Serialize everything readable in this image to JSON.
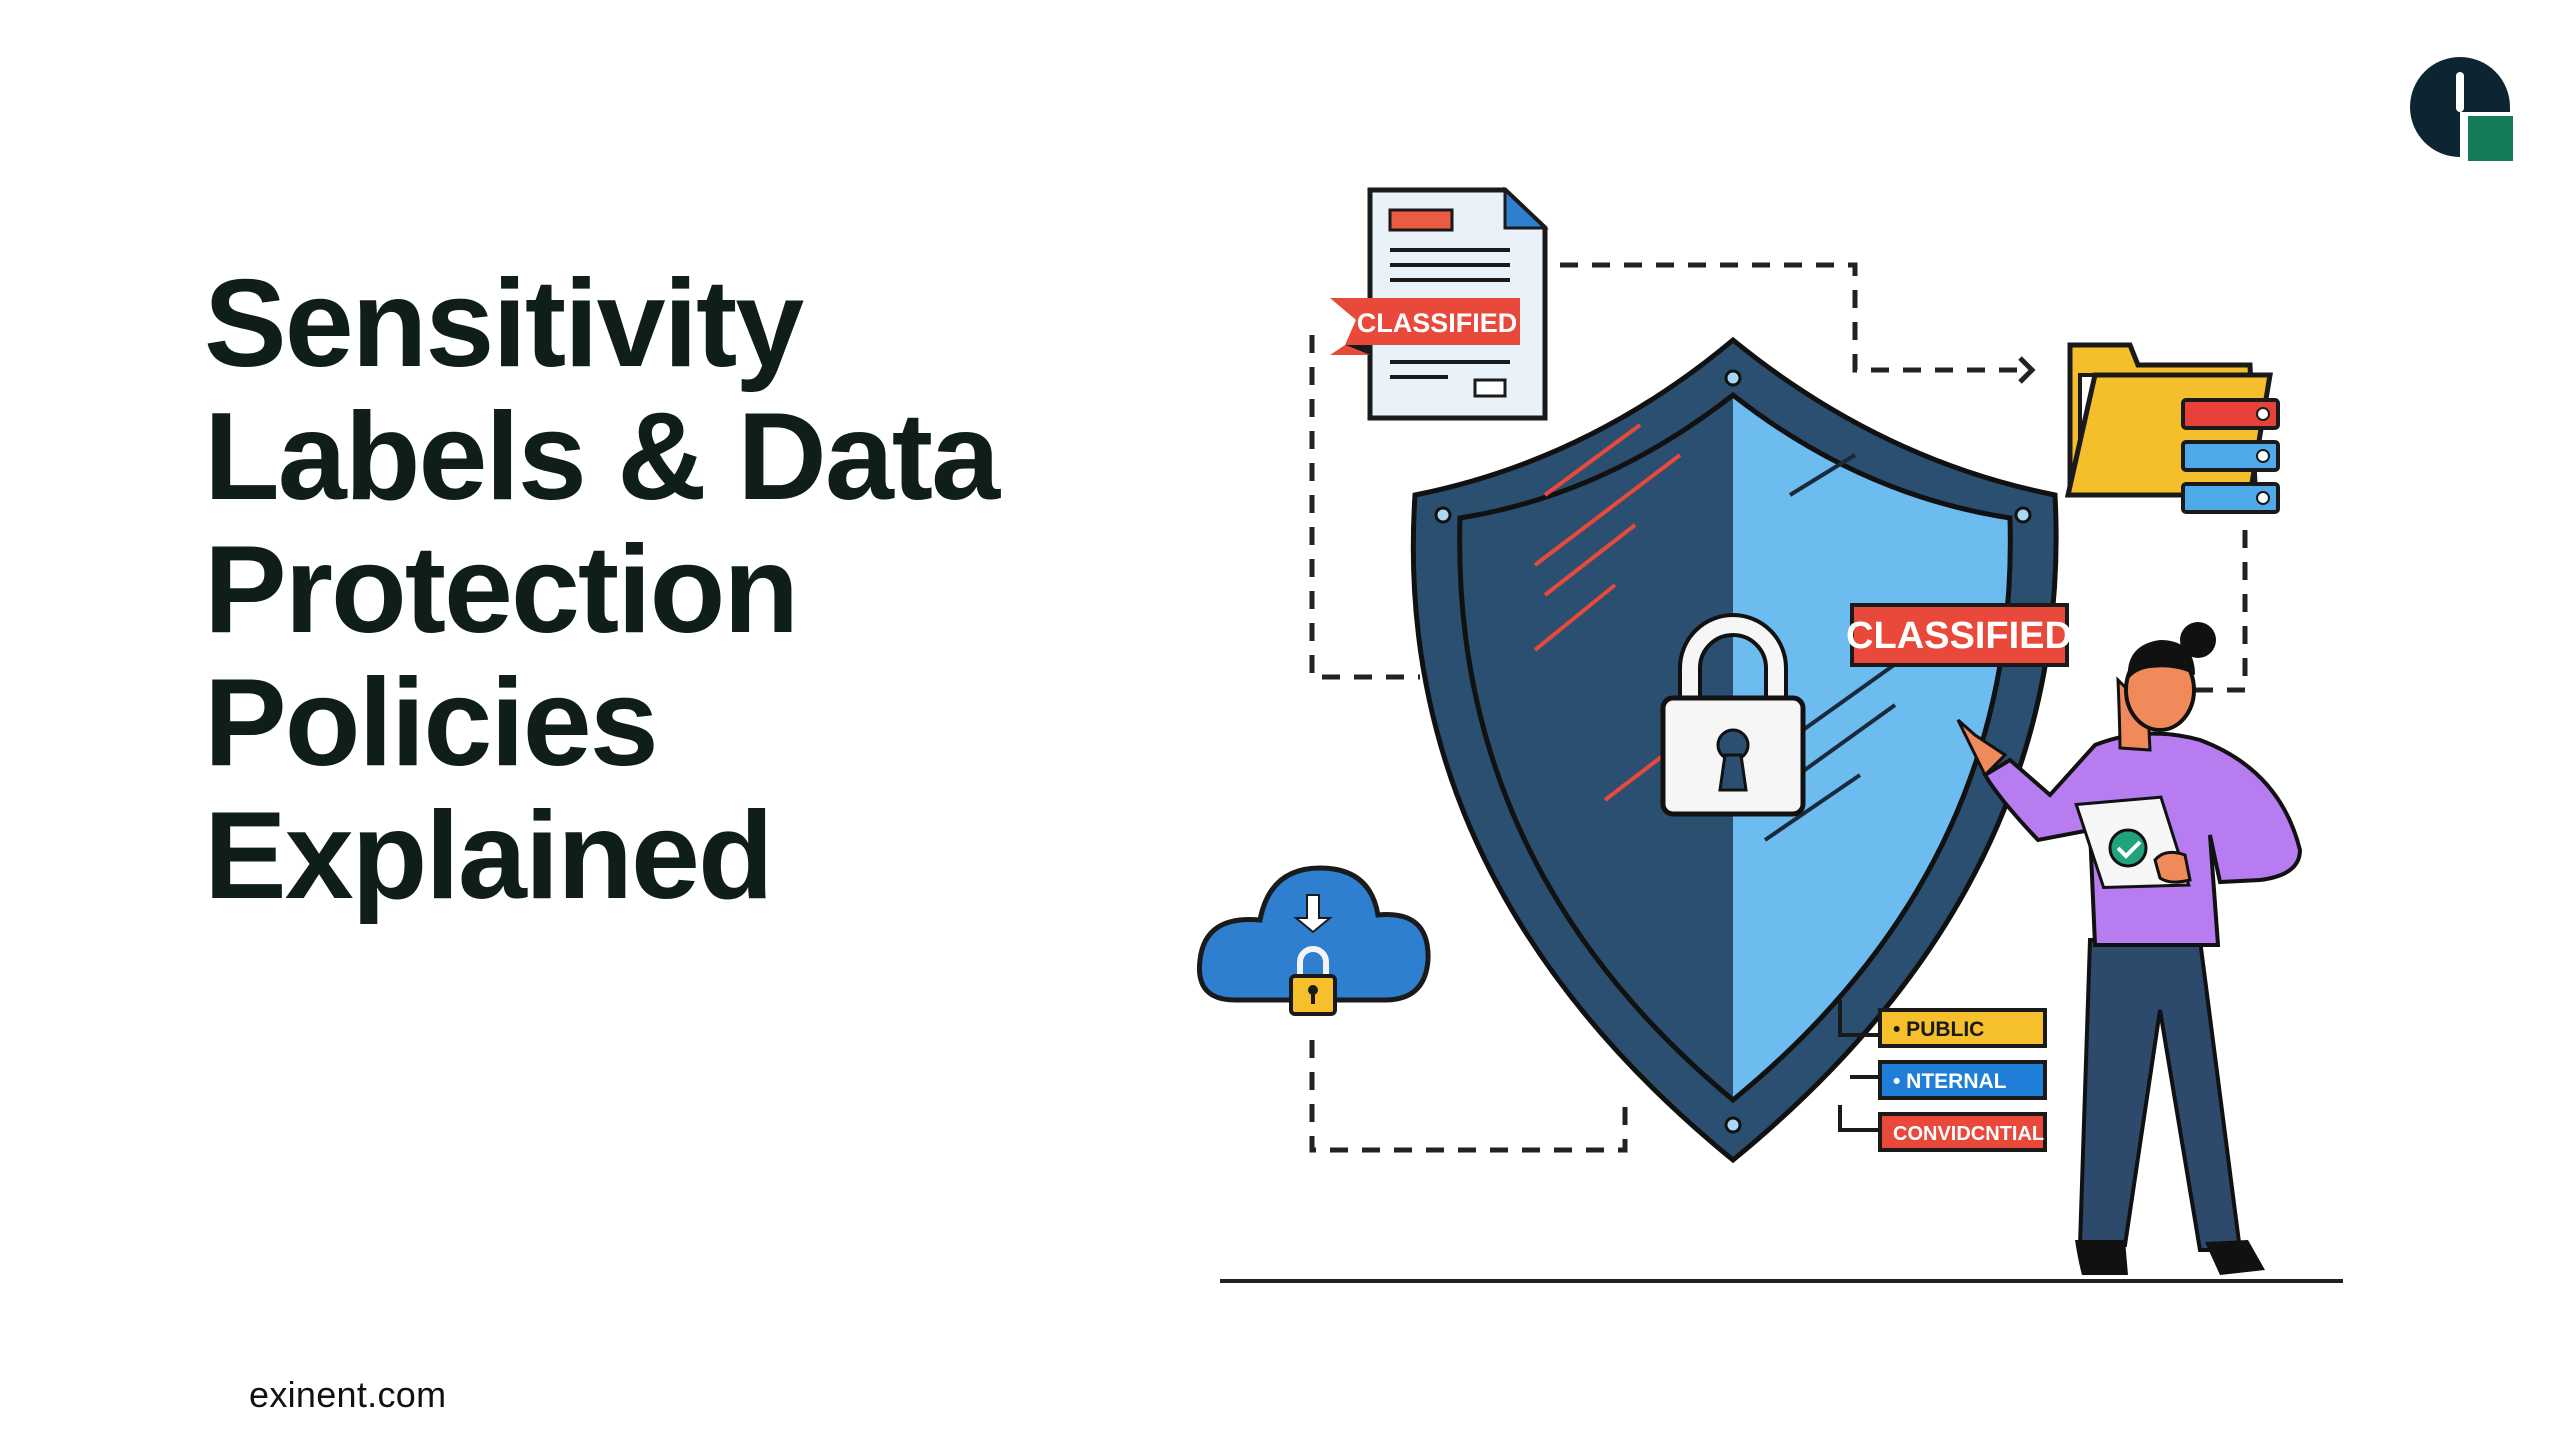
{
  "slide": {
    "title_lines": [
      "Sensitivity",
      "Labels & Data",
      "Protection",
      "Policies",
      "Explained"
    ],
    "footer_site": "exinent.com",
    "colors": {
      "title_text": "#0f1f18",
      "logo_dark": "#0d2431",
      "logo_green": "#137a5a",
      "shield_dark": "#2b4f70",
      "shield_light": "#6cbcf0",
      "label_red": "#e8493a",
      "label_yellow": "#f5c02c",
      "label_blue": "#1f7fd8",
      "shirt_purple": "#b67cf0",
      "pants_navy": "#2d4a6c"
    }
  },
  "illustration": {
    "document_badge": "CLASSIFIED",
    "sign_badge": "CLASSIFIED",
    "classification_tags": [
      {
        "label": "• PUBLIC",
        "color": "#f5c02c",
        "text_color": "#1a1a1a"
      },
      {
        "label": "• NTERNAL",
        "color": "#1f7fd8",
        "text_color": "#ffffff"
      },
      {
        "label": "CONVIDCNTIAL",
        "color": "#e8493a",
        "text_color": "#ffffff"
      }
    ],
    "icons": [
      "shield-icon",
      "padlock-icon",
      "document-icon",
      "folder-icon",
      "cloud-lock-icon",
      "checkmark-icon"
    ]
  }
}
